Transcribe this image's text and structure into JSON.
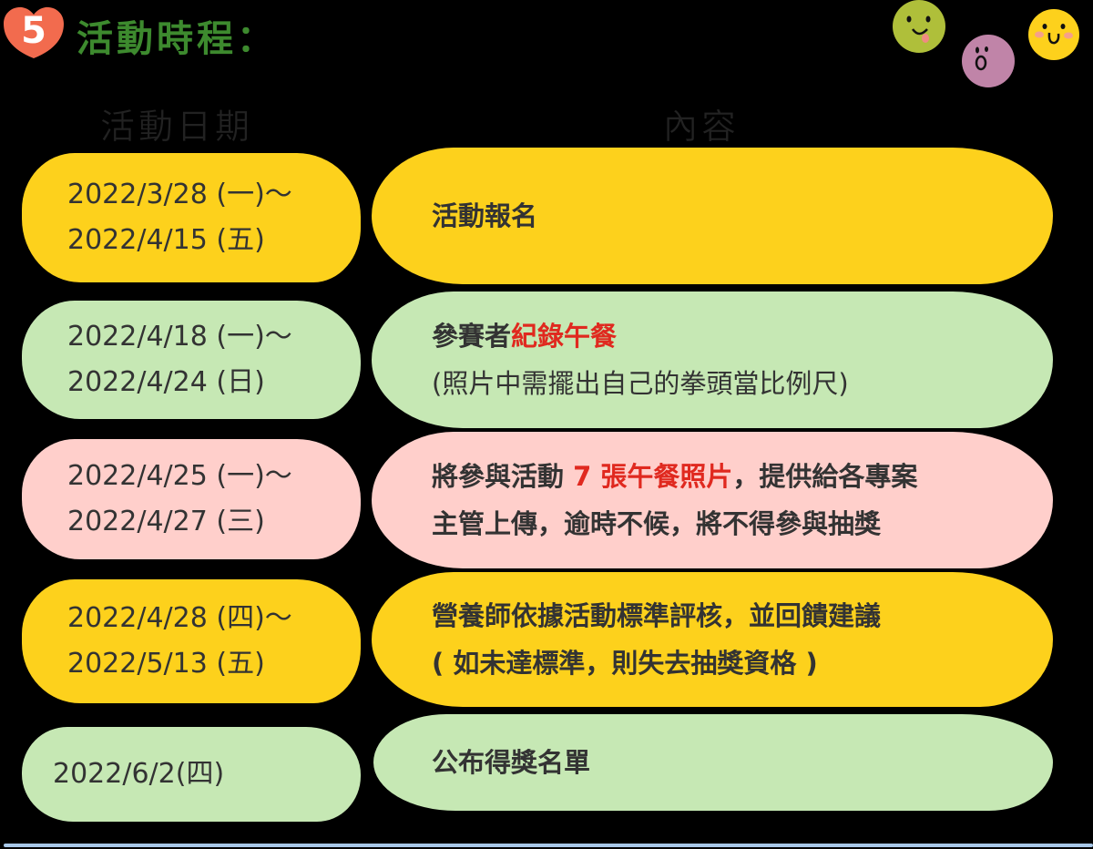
{
  "header": {
    "step_number": "5",
    "title": "活動時程："
  },
  "columns": {
    "date_header": "活動日期",
    "content_header": "內容"
  },
  "colors": {
    "yellow": "#fdd11c",
    "green": "#c6e8b4",
    "pink": "#ffcfcb",
    "red_text": "#e0291f",
    "title_green": "#3d8a2e",
    "heart": "#f26b4e"
  },
  "rows": [
    {
      "color": "yellow",
      "date_line1": "2022/3/28 (一)～",
      "date_line2": "2022/4/15 (五)",
      "content_line1_pre": "活動報名",
      "content_line1_red": "",
      "content_line1_post": "",
      "content_line2": ""
    },
    {
      "color": "green",
      "date_line1": "2022/4/18 (一)～",
      "date_line2": "2022/4/24 (日)",
      "content_line1_pre": "參賽者",
      "content_line1_red": "紀錄午餐",
      "content_line1_post": "",
      "content_line2": "(照片中需擺出自己的拳頭當比例尺)"
    },
    {
      "color": "pink",
      "date_line1": "2022/4/25 (一)～",
      "date_line2": "2022/4/27 (三)",
      "content_line1_pre": "將參與活動 ",
      "content_line1_red": "7 張午餐照片",
      "content_line1_post": "，提供給各專案",
      "content_line2": "主管上傳，逾時不候，將不得參與抽獎"
    },
    {
      "color": "yellow",
      "date_line1": "2022/4/28 (四)～",
      "date_line2": "2022/5/13 (五)",
      "content_line1_pre": "營養師依據活動標準評核，並回饋建議",
      "content_line1_red": "",
      "content_line1_post": "",
      "content_line2": "( 如未達標準，則失去抽獎資格 )"
    },
    {
      "color": "green",
      "date_line1": "2022/6/2(四)",
      "date_line2": "",
      "content_line1_pre": "公布得獎名單",
      "content_line1_red": "",
      "content_line1_post": "",
      "content_line2": ""
    }
  ],
  "decorations": [
    "smiley-green-tongue-icon",
    "smiley-purple-surprised-icon",
    "smiley-yellow-blush-icon"
  ]
}
